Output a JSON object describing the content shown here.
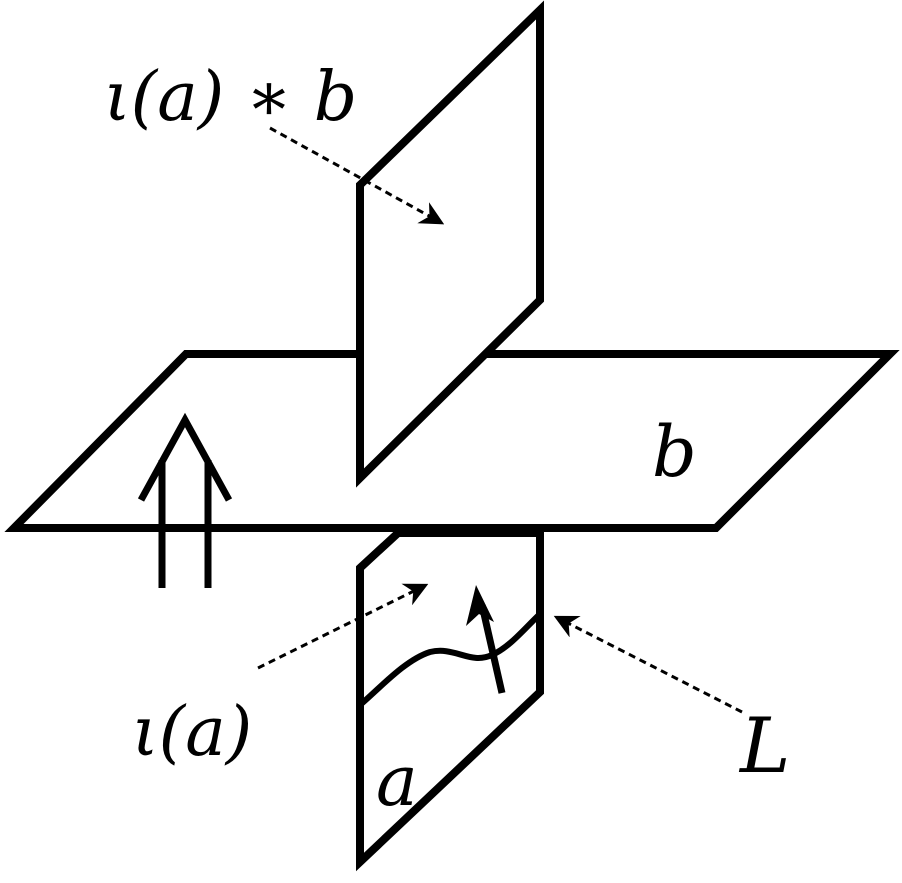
{
  "labels": {
    "top": "ι(a) ∗ b",
    "plane_b": "b",
    "plane_a": "a",
    "iota_a": "ι(a)",
    "line_L": "L"
  },
  "colors": {
    "stroke": "#000000",
    "fill": "#ffffff"
  },
  "icons": {
    "normal_arrow": "double-arrow-up",
    "dashed_pointer": "dashed-arrow"
  }
}
